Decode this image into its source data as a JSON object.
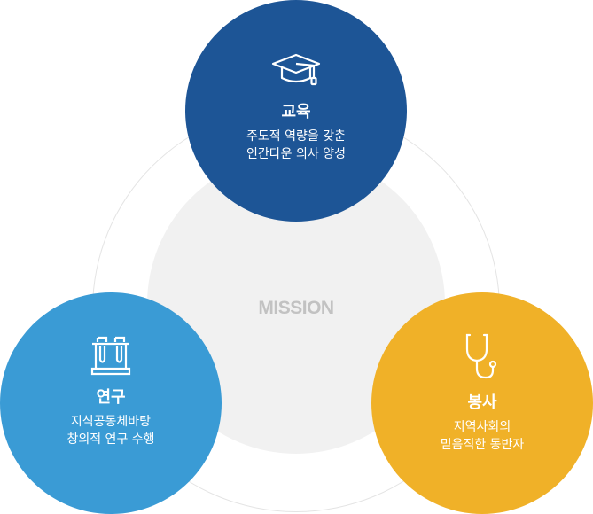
{
  "center": {
    "label": "MISSION"
  },
  "pillars": [
    {
      "title": "교육",
      "lines": [
        "주도적 역량을 갖춘",
        "인간다운 의사 양성"
      ],
      "icon": "graduation-cap-icon",
      "color": "#1d5596"
    },
    {
      "title": "연구",
      "lines": [
        "지식공동체바탕",
        "창의적 연구 수행"
      ],
      "icon": "test-tubes-icon",
      "color": "#3a9bd5"
    },
    {
      "title": "봉사",
      "lines": [
        "지역사회의",
        "믿음직한 동반자"
      ],
      "icon": "stethoscope-icon",
      "color": "#f0b128"
    }
  ]
}
